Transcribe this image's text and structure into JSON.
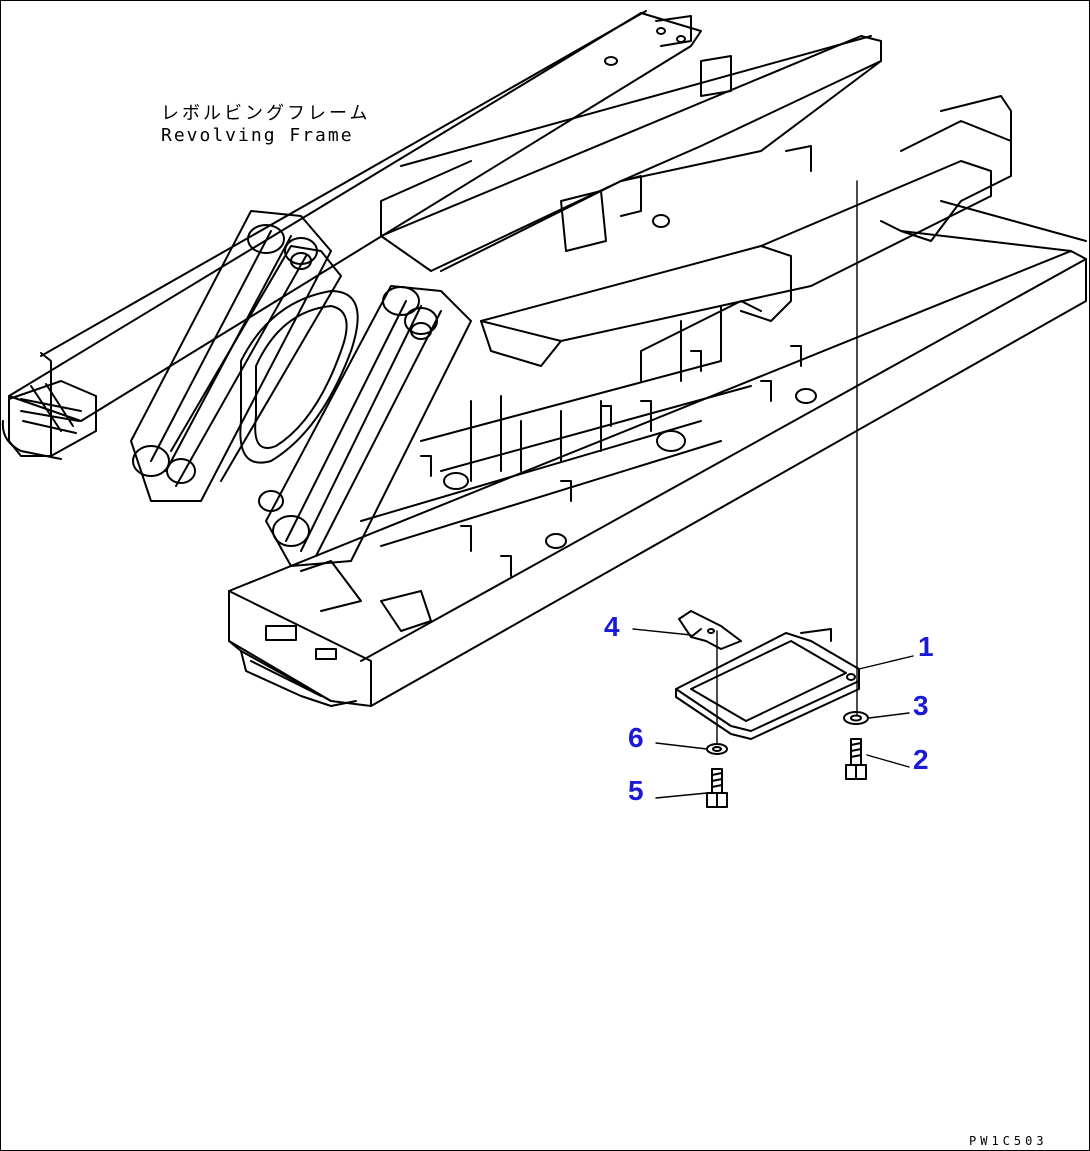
{
  "labels": {
    "frame_jp": "レボルビングフレーム",
    "frame_en": "Revolving Frame"
  },
  "callouts": {
    "1": "1",
    "2": "2",
    "3": "3",
    "4": "4",
    "5": "5",
    "6": "6"
  },
  "drawing_code": "PW1C503",
  "colors": {
    "line": "#000000",
    "callout": "#1a1ad6",
    "background": "#ffffff"
  }
}
